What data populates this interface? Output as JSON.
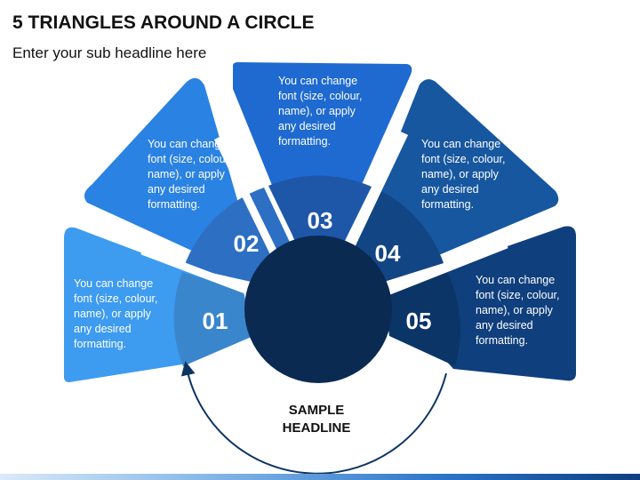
{
  "title": "5 TRIANGLES AROUND A CIRCLE",
  "subtitle": "Enter your sub headline here",
  "center": {
    "line1": "SAMPLE",
    "line2": "HEADLINE"
  },
  "segments": [
    {
      "number": "01",
      "text": [
        "You can change",
        "font (size, colour,",
        "name), or apply",
        "any desired",
        "formatting."
      ],
      "color": "#3d9bf0",
      "ring": "#3a86cd"
    },
    {
      "number": "02",
      "text": [
        "You can change",
        "font (size, colour,",
        "name), or apply",
        "any desired",
        "formatting."
      ],
      "color": "#2a82e2",
      "ring": "#2c6fc3"
    },
    {
      "number": "03",
      "text": [
        "You can change",
        "font (size, colour,",
        "name), or apply",
        "any desired",
        "formatting."
      ],
      "color": "#1e6ad0",
      "ring": "#1e57a8"
    },
    {
      "number": "04",
      "text": [
        "You can change",
        "font (size, colour,",
        "name), or apply",
        "any desired",
        "formatting."
      ],
      "color": "#17579f",
      "ring": "#124584"
    },
    {
      "number": "05",
      "text": [
        "You can change",
        "font (size, colour,",
        "name), or apply",
        "any desired",
        "formatting."
      ],
      "color": "#0f3f7c",
      "ring": "#0b3567"
    }
  ],
  "colors": {
    "core": "#0a2a52",
    "arc": "#0d3563"
  }
}
